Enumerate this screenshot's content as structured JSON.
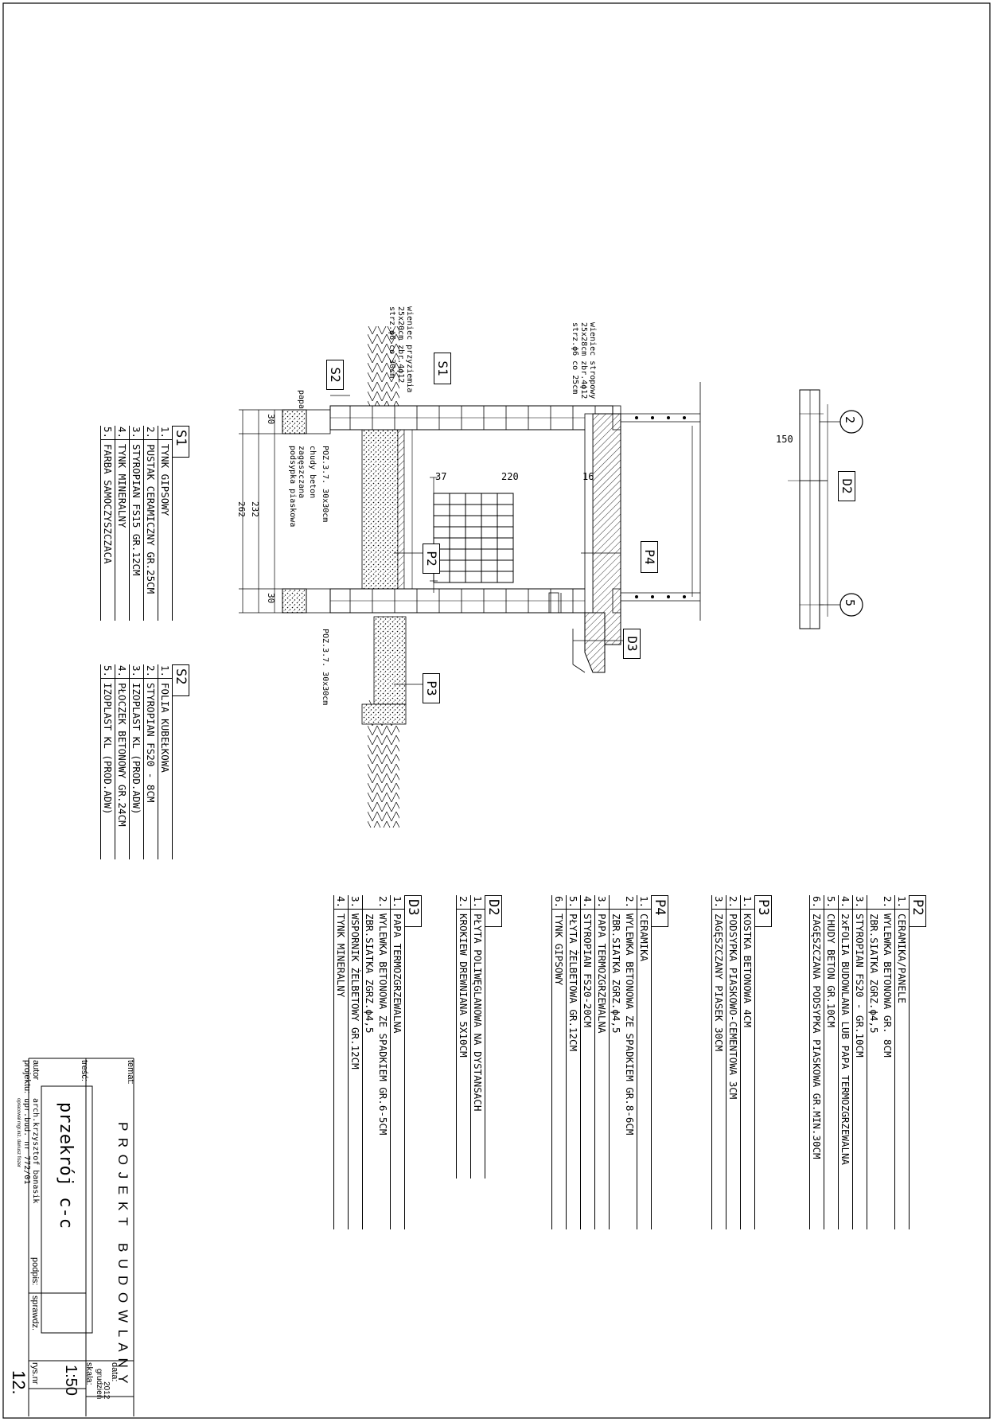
{
  "tables": {
    "S1": {
      "title": "S1",
      "items": [
        "TYNK GIPSOWY",
        "PUSTAK CERAMICZNY GR.25CM",
        "STYROPIAN FS15 GR.12CM",
        "TYNK MINERALNY",
        "FARBA SAMOCZYSZCZACA"
      ]
    },
    "S2": {
      "title": "S2",
      "items": [
        "FOLIA KUBEŁKOWA",
        "STYROPIAN FS20 - 8CM",
        "IZOPLAST KL (PROD.ADW)",
        "PŁOCZEK BETONOWY GR.24CM",
        "IZOPLAST KL (PROD.ADW)"
      ]
    },
    "P2": {
      "title": "P2",
      "items": [
        "CERAMIKA/PANELE",
        "WYLEWKA BETONOWA GR. 8CM\nZBR.SIATKA ZGRZ.ϕ4,5",
        "STYROPIAN FS20 - GR.10CM",
        "2xFOLIA BUDOWLANA LUB PAPA TERMOZGRZEWALNA",
        "CHUDY BETON GR.10CM",
        "ZAGĘSZCZANA PODSYPKA PIASKOWA GR.MIN.30CM"
      ]
    },
    "P3": {
      "title": "P3",
      "items": [
        "KOSTKA BETONOWA 4CM",
        "PODSYPKA PIASKOWO-CEMENTOWA 3CM",
        "ZAGĘSZCZANY PIASEK 30CM"
      ]
    },
    "P4": {
      "title": "P4",
      "items": [
        "CERAMIKA",
        "WYLEWKA BETONOWA ZE SPADKIEM GR.8-6CM\nZBR.SIATKA ZGRZ.ϕ4,5",
        "PAPA TERMOZGRZEWALNA",
        "STYROPIAN FS20-20CM",
        "PŁYTA ŻELBETOWA GR.12CM",
        "TYNK GIPSOWY"
      ]
    },
    "D2": {
      "title": "D2",
      "items": [
        "PŁYTA POLIWĘGLANOWA NA DYSTANSACH",
        "KROKIEW DREWNIANA 5X10CM"
      ]
    },
    "D3": {
      "title": "D3",
      "items": [
        "PAPA TERMOZGRZEWALNA",
        "WYLEWKA BETONOWA ZE SPADKIEM GR.6-5CM\nZBR.SIATKA ZGRZ.ϕ4,5",
        "WSPORNIK ŻELBETOWY GR.12CM",
        "TYNK MINERALNY"
      ]
    }
  },
  "drawing": {
    "tags": {
      "S1": "S1",
      "S2": "S2",
      "P2": "P2",
      "P3": "P3",
      "P4": "P4",
      "D2": "D2",
      "D3": "D3"
    },
    "axes": {
      "a2": "2",
      "a5": "5"
    },
    "dims": {
      "d150": "150",
      "d37": "37",
      "d220": "220",
      "d16": "16",
      "d30a": "30",
      "d30b": "30",
      "d232": "232",
      "d262": "262"
    },
    "notes": {
      "wieniec_strop": "wieniec stropowy\n25x28cm zbr.4ϕ12\nstrz.ϕ6 co 25cm",
      "wieniec_przyz": "wieniec przyziemia\n25x20cm zbr.4ϕ12\nstrz.ϕ6 co 30cm",
      "papa": "papa",
      "poz1": "POZ.3.7. 30x30cm",
      "poz2": "POZ.3.7. 30x30cm",
      "chudy": "chudy beton",
      "zageszczana": "zagęszczana\npodsypka piaskowa"
    }
  },
  "title_block": {
    "temat_label": "temat:",
    "tresc_label": "treść:",
    "project_title": "P R O J E K T   B U D O W L A N Y",
    "drawing_title": "przekrój c-c",
    "autor_label": "autor\nprojektu:",
    "autor_value": "arch.krzysztof banasik\nupr.bud. nr 772/01",
    "autor_small": "opracował mgr.inż. dariusz fiszer",
    "podpis_label": "podpis:",
    "sprawdz_label": "sprawdz.",
    "data_label": "data:",
    "data_value": "2012\ngrudzień",
    "skala_label": "skala:",
    "skala_value": "1:50",
    "rys_label": "rys.nr",
    "rys_value": "12."
  }
}
